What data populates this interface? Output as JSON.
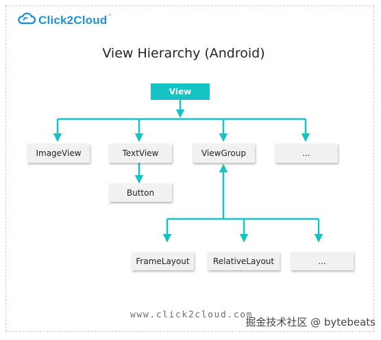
{
  "brand": {
    "name": "Click2Cloud",
    "tm": "™"
  },
  "title": "View Hierarchy (Android)",
  "nodes": {
    "view": "View",
    "imageview": "ImageView",
    "textview": "TextView",
    "viewgroup": "ViewGroup",
    "more1": "...",
    "button": "Button",
    "framelayout": "FrameLayout",
    "relativelayout": "RelativeLayout",
    "more2": "..."
  },
  "footer": "www.click2cloud.com",
  "watermark": "掘金技术社区 @ bytebeats",
  "colors": {
    "accent": "#15c2c4",
    "brand": "#1f8fd6"
  }
}
